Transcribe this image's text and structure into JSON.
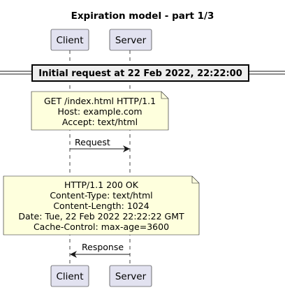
{
  "diagram": {
    "title": "Expiration model - part 1/3",
    "participants": {
      "client": "Client",
      "server": "Server"
    },
    "divider": "Initial request at 22 Feb 2022, 22:22:00",
    "request_note": {
      "lines": [
        "GET /index.html HTTP/1.1",
        "Host: example.com",
        "Accept: text/html"
      ]
    },
    "request_message": "Request",
    "response_note": {
      "lines": [
        "HTTP/1.1 200 OK",
        "Content-Type: text/html",
        "Content-Length: 1024",
        "Date: Tue, 22 Feb 2022 22:22:22 GMT",
        "Cache-Control: max-age=3600"
      ]
    },
    "response_message": "Response",
    "colors": {
      "participant_fill": "#E2E2F0",
      "participant_border": "#181818",
      "note_fill": "#FEFFDD",
      "note_border": "#181818",
      "lifeline": "#181818"
    }
  }
}
